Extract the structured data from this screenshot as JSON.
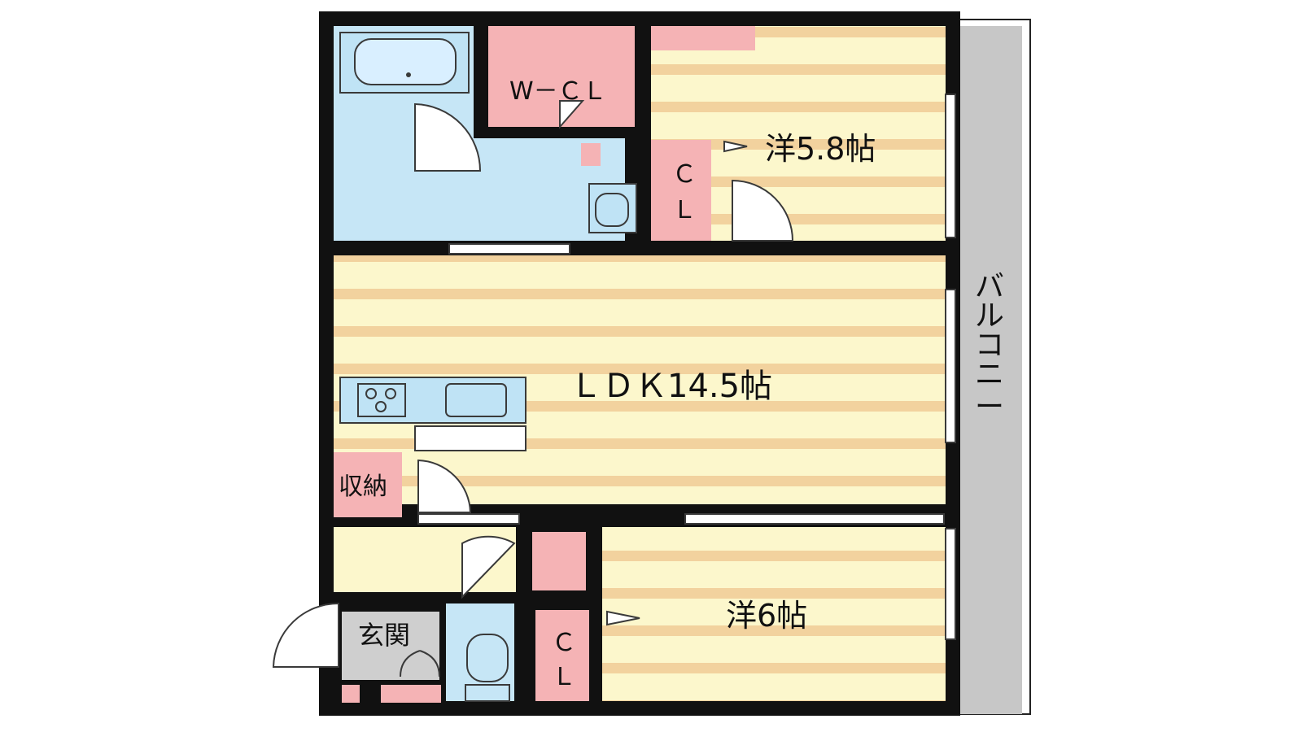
{
  "floor_plan": {
    "rooms": {
      "ldk": "ＬＤＫ14.5帖",
      "west_room_1": "洋5.8帖",
      "west_room_2": "洋6帖",
      "walk_in_closet": "W－ＣＬ",
      "closet": [
        "Ｃ",
        "Ｌ"
      ],
      "storage": "収納",
      "entrance": "玄関",
      "balcony": [
        "バ",
        "ル",
        "コ",
        "ニ",
        "ー"
      ]
    },
    "colors": {
      "wall": "#111111",
      "flooring_light": "#fcf7cc",
      "flooring_stripe": "#f2d29e",
      "wet_area": "#c6e6f6",
      "fixture_blue": "#bfe3f5",
      "storage_pink": "#f5b3b5",
      "entrance_gray": "#cfcfcf",
      "balcony_gray": "#c7c7c7",
      "fixture_outline": "#3a3a3a"
    }
  }
}
